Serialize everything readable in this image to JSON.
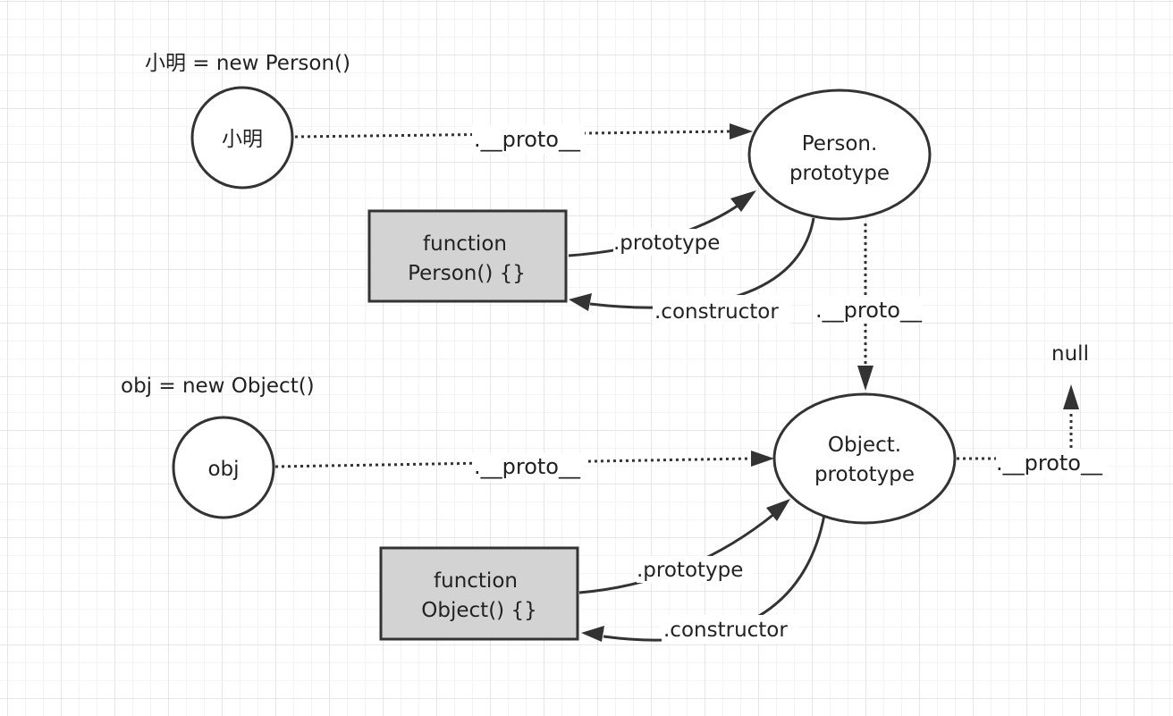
{
  "captions": {
    "xiaoming_new": "小明 = new Person()",
    "obj_new": "obj = new Object()"
  },
  "nodes": {
    "xiaoming": "小明",
    "person_prototype": [
      "Person.",
      "prototype"
    ],
    "person_function": [
      "function",
      "Person() {}"
    ],
    "obj": "obj",
    "object_prototype": [
      "Object.",
      "prototype"
    ],
    "object_function": [
      "function",
      "Object() {}"
    ],
    "null": "null"
  },
  "edge_labels": {
    "xiaoming_proto": ".__proto__",
    "person_prototype_link": ".prototype",
    "person_constructor_link": ".constructor",
    "person_proto_proto": ".__proto__",
    "obj_proto": ".__proto__",
    "object_prototype_link": ".prototype",
    "object_constructor_link": ".constructor",
    "object_proto_proto": ".__proto__"
  }
}
